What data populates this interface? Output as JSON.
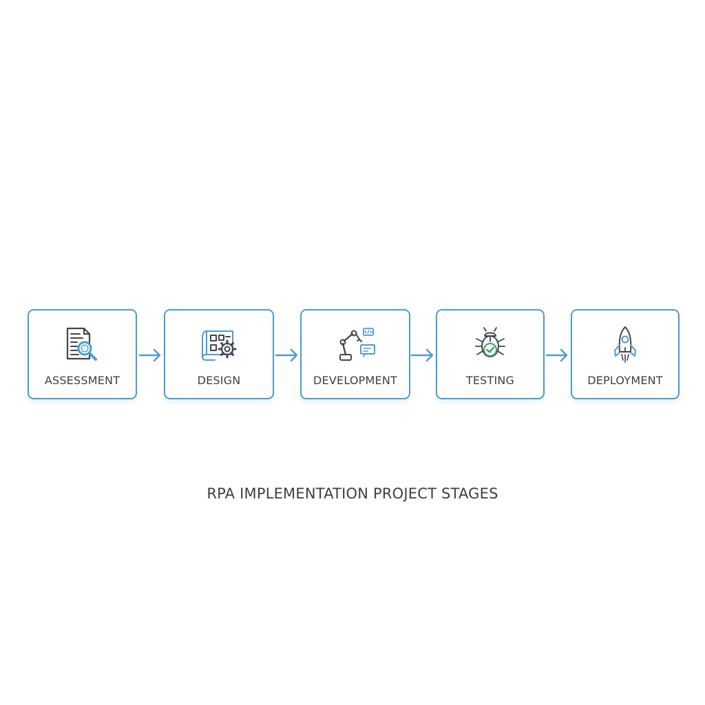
{
  "colors": {
    "accent": "#4a9bd1",
    "icon_stroke": "#3f4550",
    "check": "#3aa06a",
    "text": "#3b3f45"
  },
  "stages": [
    {
      "label": "ASSESSMENT",
      "icon": "document-magnifier-icon"
    },
    {
      "label": "DESIGN",
      "icon": "blueprint-gear-icon"
    },
    {
      "label": "DEVELOPMENT",
      "icon": "robot-arm-code-icon"
    },
    {
      "label": "TESTING",
      "icon": "bug-check-icon"
    },
    {
      "label": "DEPLOYMENT",
      "icon": "rocket-icon"
    }
  ],
  "caption": "RPA IMPLEMENTATION PROJECT STAGES"
}
